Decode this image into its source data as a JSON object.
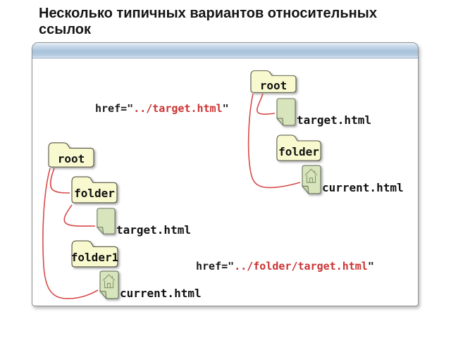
{
  "slide": {
    "title": "Несколько типичных вариантов относительных ссылок",
    "title_lines": [
      "Несколько типичных вариантов относительных",
      "ссылок"
    ]
  },
  "colors": {
    "folder_fill": "#f9f9cf",
    "file_fill": "#d8e5bc",
    "connector_red": "#d84a4a",
    "href_path_red": "#cc3333",
    "titlebar_blue": "#a9c2da"
  },
  "diagram": {
    "right_tree": {
      "root_label": "root",
      "target_label": "target.html",
      "folder_label": "folder",
      "current_label": "current.html",
      "href": {
        "prefix": "href=\"",
        "path": "../target.html",
        "suffix": "\""
      }
    },
    "left_tree": {
      "root_label": "root",
      "folder_label": "folder",
      "target_label": "target.html",
      "folder1_label": "folder1",
      "current_label": "current.html",
      "href": {
        "prefix": "href=\"",
        "path": "../folder/target.html",
        "suffix": "\""
      }
    }
  }
}
